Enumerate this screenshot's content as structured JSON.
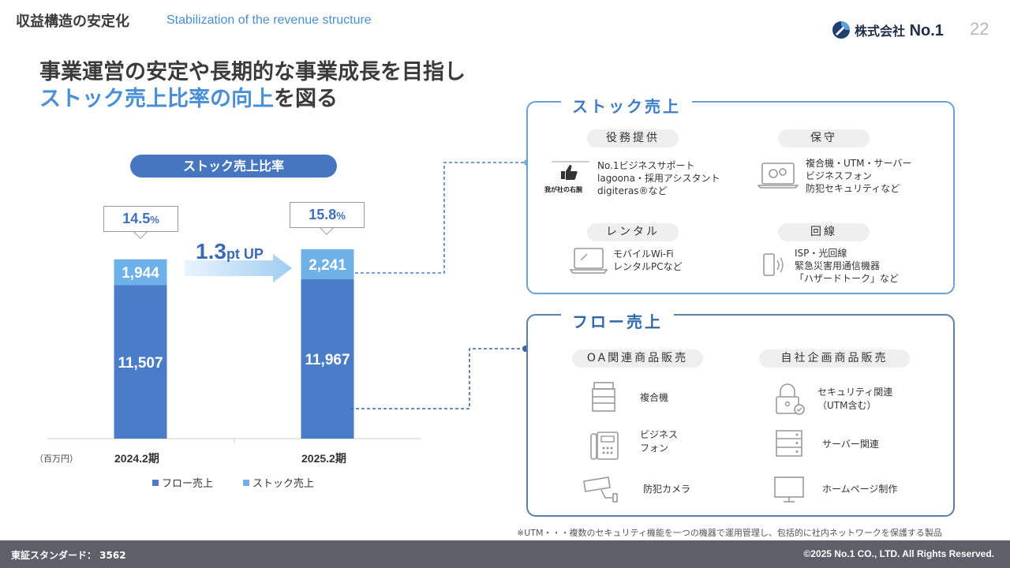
{
  "header": {
    "title": "収益構造の安定化",
    "subtitle": "Stabilization of the revenue structure",
    "company_prefix": "株式会社",
    "company_name": "No.1",
    "page_number": "22"
  },
  "headline": {
    "line1": "事業運営の安定や長期的な事業成長を目指し",
    "line2_highlight": "ストック売上比率の向上",
    "line2_rest": "を図る"
  },
  "ratio_label": "ストック売上比率",
  "callouts": [
    {
      "value": "14.5",
      "unit": "%"
    },
    {
      "value": "15.8",
      "unit": "%"
    }
  ],
  "growth": {
    "value": "1.3",
    "unit": "pt UP"
  },
  "unit_label": "（百万円）",
  "colors": {
    "flow": "#4a7cc8",
    "stock": "#6eb0e8",
    "accent": "#4a90d9"
  },
  "chart_data": {
    "type": "bar",
    "stacked": true,
    "categories": [
      "2024.2期",
      "2025.2期"
    ],
    "series": [
      {
        "name": "フロー売上",
        "values": [
          11507,
          11967
        ]
      },
      {
        "name": "ストック売上",
        "values": [
          1944,
          2241
        ]
      }
    ],
    "value_labels": {
      "flow": [
        "11,507",
        "11,967"
      ],
      "stock": [
        "1,944",
        "2,241"
      ]
    },
    "ylim": [
      0,
      14200
    ]
  },
  "stock_panel": {
    "title": "ストック売上",
    "groups": [
      {
        "tag": "役務提供",
        "icon": "thumbs-up-icon",
        "icon_caption": "我が社の右腕",
        "lines": [
          "No.1ビジネスサポート",
          "lagoona・採用アシスタント",
          "digiteras®など"
        ]
      },
      {
        "tag": "保守",
        "icon": "laptop-gear-icon",
        "lines": [
          "複合機・UTM・サーバー",
          "ビジネスフォン",
          "防犯セキュリティなど"
        ]
      },
      {
        "tag": "レンタル",
        "icon": "laptop-icon",
        "lines": [
          "モバイルWi-Fi",
          "レンタルPCなど"
        ]
      },
      {
        "tag": "回線",
        "icon": "mobile-signal-icon",
        "lines": [
          "ISP・光回線",
          "緊急災害用通信機器",
          "「ハザードトーク」など"
        ]
      }
    ]
  },
  "flow_panel": {
    "title": "フロー売上",
    "left": {
      "tag": "OA関連商品販売",
      "items": [
        {
          "icon": "printer-icon",
          "lines": [
            "複合機"
          ]
        },
        {
          "icon": "phone-icon",
          "lines": [
            "ビジネス",
            "フォン"
          ]
        },
        {
          "icon": "camera-icon",
          "lines": [
            "防犯カメラ"
          ]
        }
      ]
    },
    "right": {
      "tag": "自社企画商品販売",
      "items": [
        {
          "icon": "lock-icon",
          "lines": [
            "セキュリティ関連",
            "（UTM含む）"
          ]
        },
        {
          "icon": "server-icon",
          "lines": [
            "サーバー関連"
          ]
        },
        {
          "icon": "monitor-icon",
          "lines": [
            "ホームページ制作"
          ]
        }
      ]
    }
  },
  "footnote": "※UTM・・・複数のセキュリティ機能を一つの機器で運用管理し、包括的に社内ネットワークを保護する製品",
  "footer": {
    "left": "東証スタンダード： 3562",
    "right": "©2025 No.1 CO., LTD. All Rights Reserved."
  }
}
